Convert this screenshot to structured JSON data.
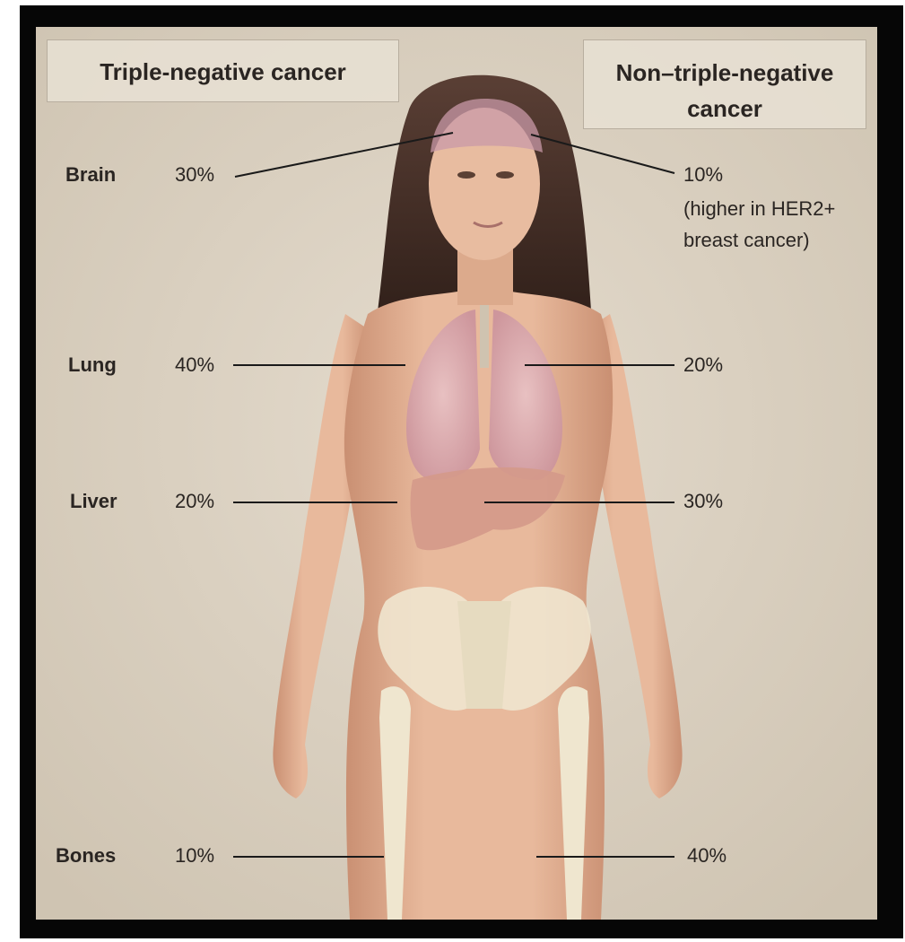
{
  "headers": {
    "left": "Triple-negative cancer",
    "right_line1": "Non–triple-negative",
    "right_line2": "cancer"
  },
  "sites": [
    {
      "organ": "Brain",
      "triple_negative": "30%",
      "non_triple_negative": "10%"
    },
    {
      "organ": "Lung",
      "triple_negative": "40%",
      "non_triple_negative": "20%"
    },
    {
      "organ": "Liver",
      "triple_negative": "20%",
      "non_triple_negative": "30%"
    },
    {
      "organ": "Bones",
      "triple_negative": "10%",
      "non_triple_negative": "40%"
    }
  ],
  "brain_note": {
    "line1": "(higher in HER2+",
    "line2": "breast cancer)"
  },
  "colors": {
    "frame": "#060606",
    "background": "#d9cfc0",
    "skin": "#e5b59a",
    "hair": "#3f2a22",
    "lung": "#d9aab4",
    "liver": "#d59c8f",
    "bone": "#efe6cf",
    "leader_line": "#1a1a1a"
  }
}
